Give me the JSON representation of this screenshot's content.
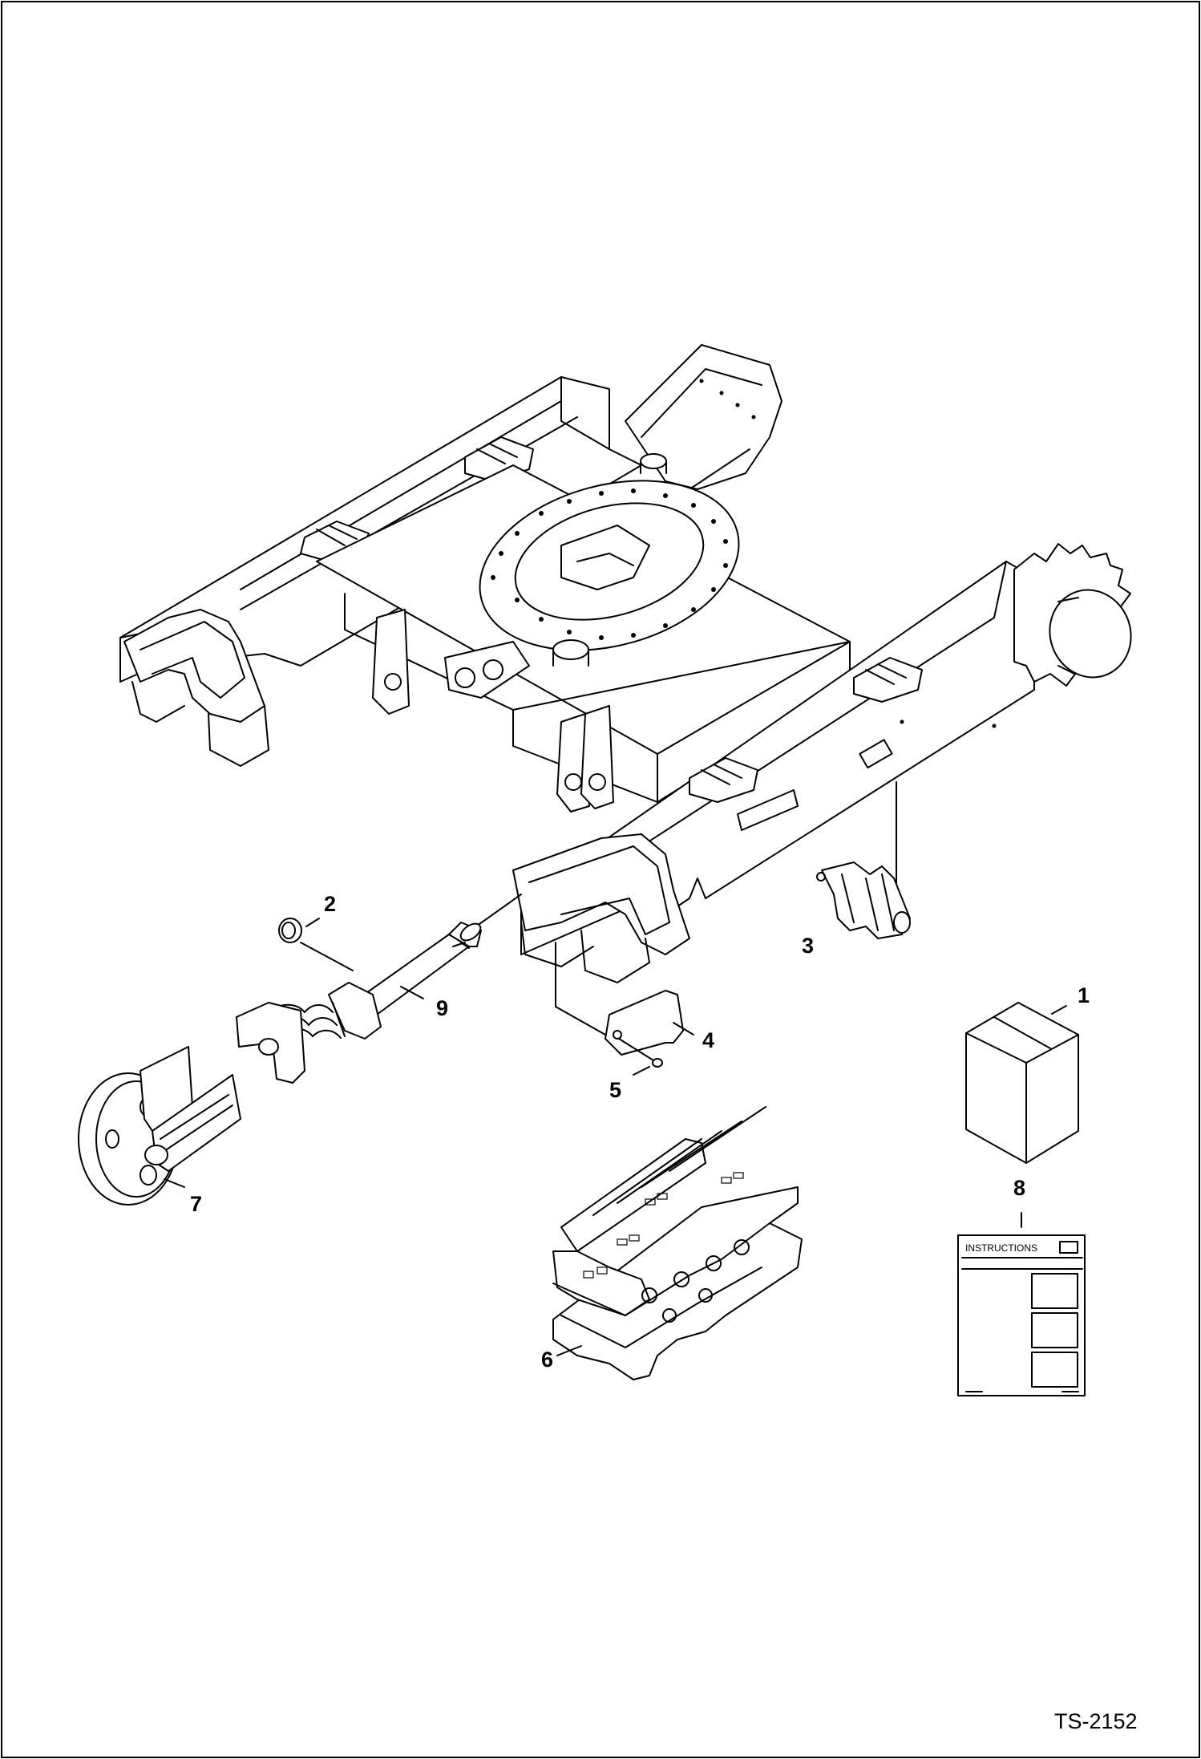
{
  "drawing_number": "TS-2152",
  "manual_label": "INSTRUCTIONS",
  "callouts": {
    "c1": "1",
    "c2": "2",
    "c3": "3",
    "c4": "4",
    "c5": "5",
    "c6": "6",
    "c7": "7",
    "c8": "8",
    "c9": "9"
  },
  "parts": [
    {
      "ref": "1",
      "depicts": "parts-box"
    },
    {
      "ref": "2",
      "depicts": "bushing"
    },
    {
      "ref": "3",
      "depicts": "track-roller"
    },
    {
      "ref": "4",
      "depicts": "guard-plate"
    },
    {
      "ref": "5",
      "depicts": "bolt"
    },
    {
      "ref": "6",
      "depicts": "steel-track"
    },
    {
      "ref": "7",
      "depicts": "front-idler"
    },
    {
      "ref": "8",
      "depicts": "instruction-manual"
    },
    {
      "ref": "9",
      "depicts": "track-adjuster-spring"
    }
  ]
}
